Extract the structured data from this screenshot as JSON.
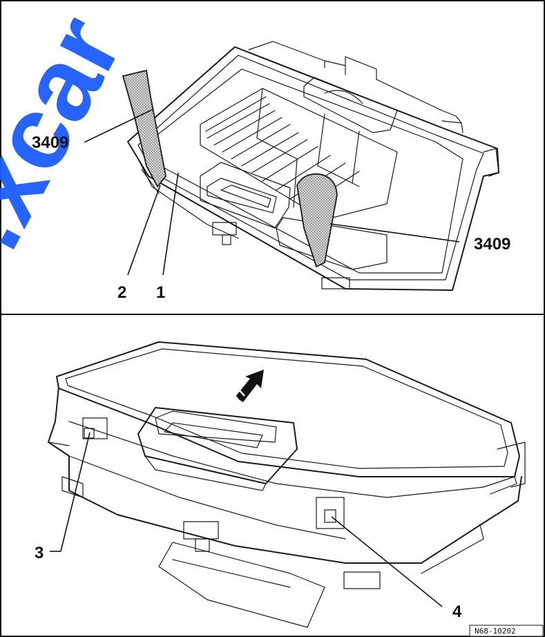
{
  "figure_code": "N68-10202",
  "watermark": ".xcar",
  "panels": {
    "top": {
      "callouts": [
        {
          "id": "tool-left",
          "label": "3409"
        },
        {
          "id": "tool-right",
          "label": "3409"
        },
        {
          "id": "part-2",
          "label": "2"
        },
        {
          "id": "part-1",
          "label": "1"
        }
      ]
    },
    "bottom": {
      "callouts": [
        {
          "id": "part-3",
          "label": "3"
        },
        {
          "id": "part-4",
          "label": "4"
        }
      ]
    }
  },
  "colors": {
    "watermark": "#1a5cff",
    "ink": "#1a1a1a",
    "tool_fill": "#b8b8b8"
  }
}
